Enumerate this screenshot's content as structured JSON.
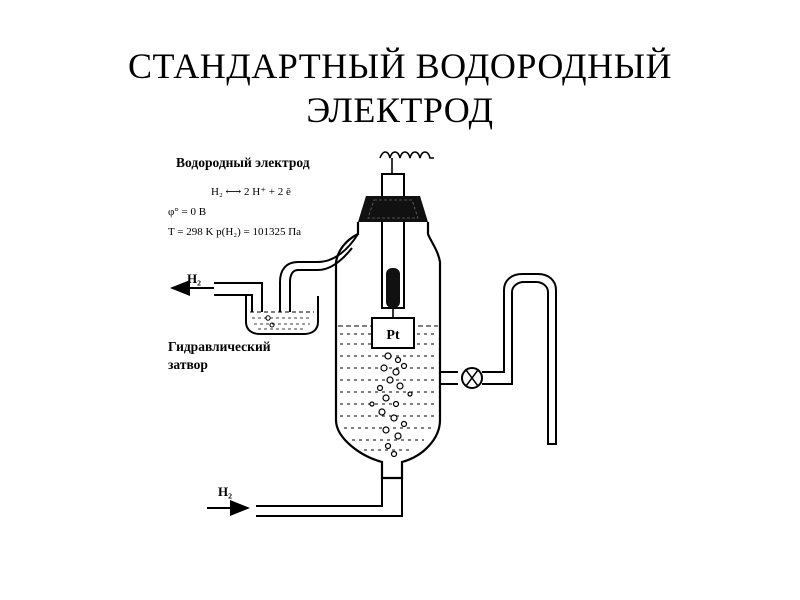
{
  "slide": {
    "title_line1": "СТАНДАРТНЫЙ ВОДОРОДНЫЙ",
    "title_line2": "ЭЛЕКТРОД"
  },
  "diagram": {
    "caption": "Водородный электрод",
    "reaction": "H₂ ⟷ 2 H⁺ + 2 ē",
    "potential": "φ° = 0 B",
    "conditions": "T = 298 K   p(H₂) = 101325 Па",
    "outlet_label": "H₂",
    "inlet_label": "H₂",
    "electrode_label": "Pt",
    "seal_label_line1": "Гидравлический",
    "seal_label_line2": "затвор"
  }
}
